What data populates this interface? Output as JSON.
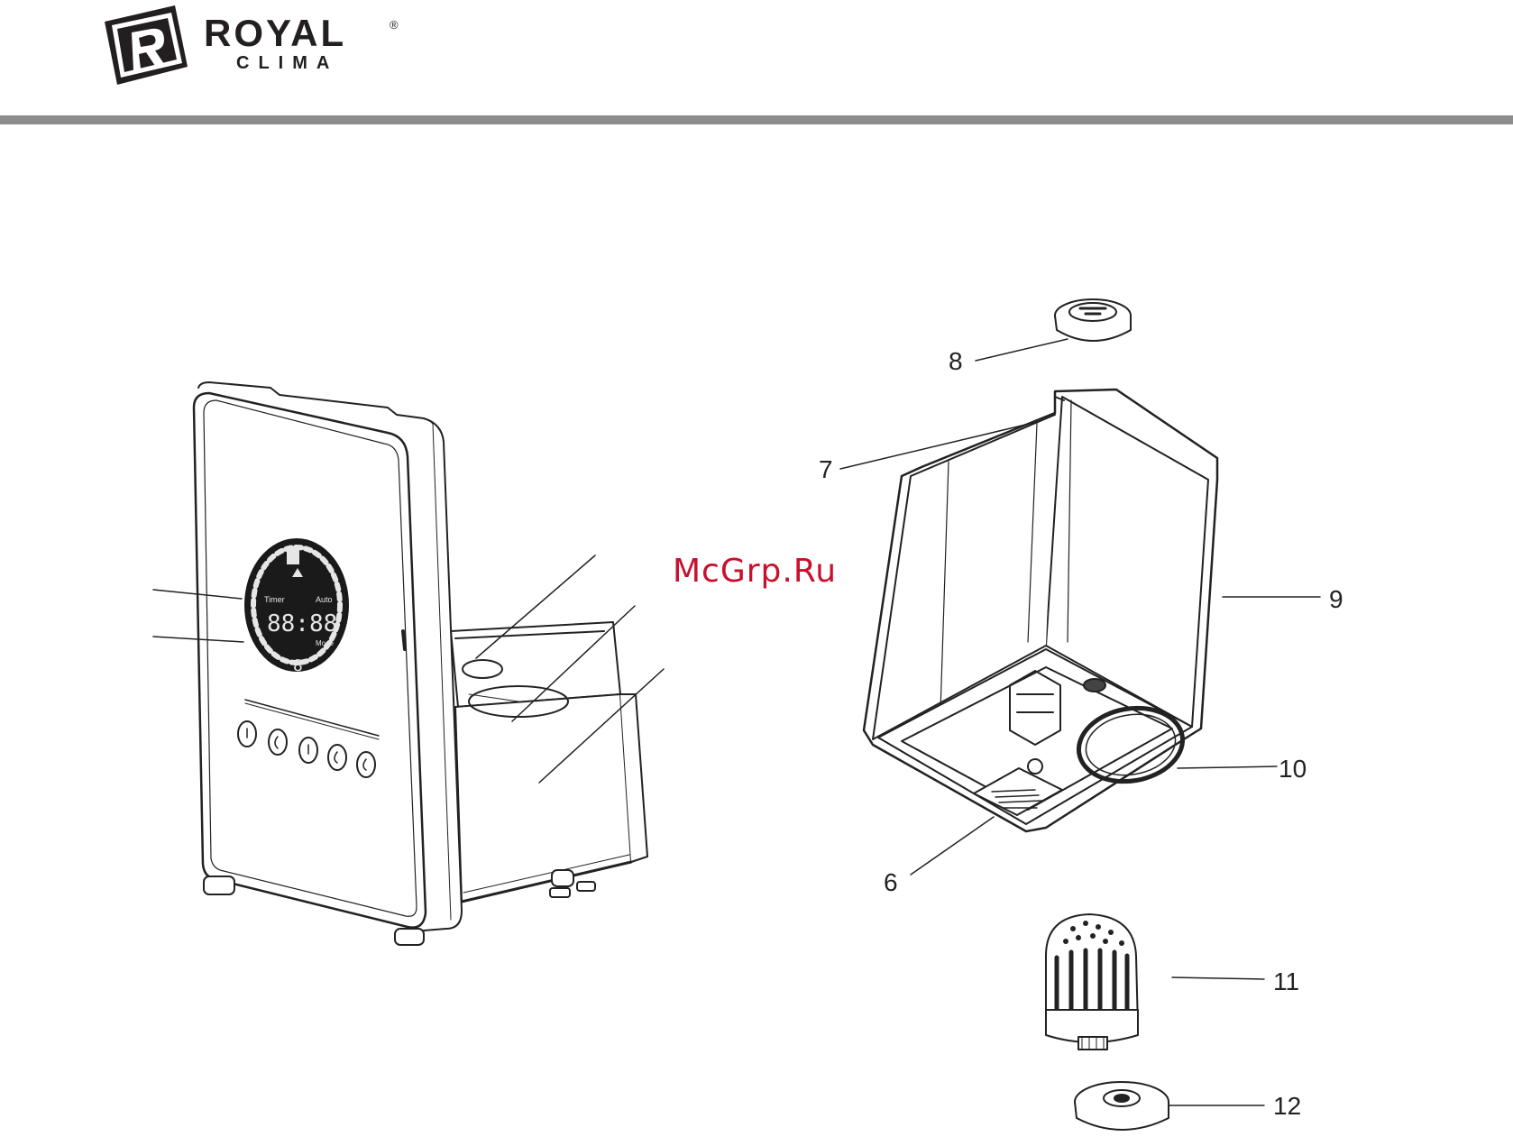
{
  "header": {
    "brand_top": "ROYAL",
    "brand_reg": "®",
    "brand_bottom": "CLIMA",
    "brand_color": "#231f20",
    "rule_color": "#8c8c8c"
  },
  "watermark": {
    "text": "McGrp.Ru",
    "color": "#c8102e"
  },
  "callouts": {
    "c6": "6",
    "c7": "7",
    "c8": "8",
    "c9": "9",
    "c10": "10",
    "c11": "11",
    "c12": "12"
  },
  "display": {
    "digits": "88:88",
    "left_label": "Timer",
    "right_label": "Auto",
    "sub_label": "Mode",
    "small_digit": "8"
  }
}
